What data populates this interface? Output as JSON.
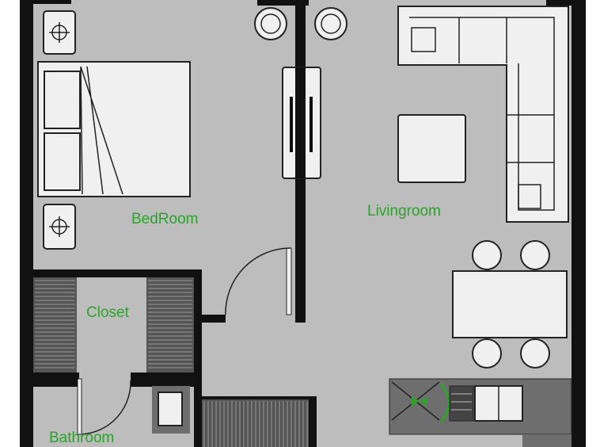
{
  "plan": {
    "rooms": {
      "bedroom": "BedRoom",
      "livingroom": "Livingroom",
      "closet": "Closet",
      "bathroom": "Bathroom"
    },
    "colors": {
      "floor": "#bdbdbd",
      "wall": "#111111",
      "label": "#2aa52a",
      "furniture": "#f0f0f0",
      "counter": "#6e6e6e"
    }
  }
}
